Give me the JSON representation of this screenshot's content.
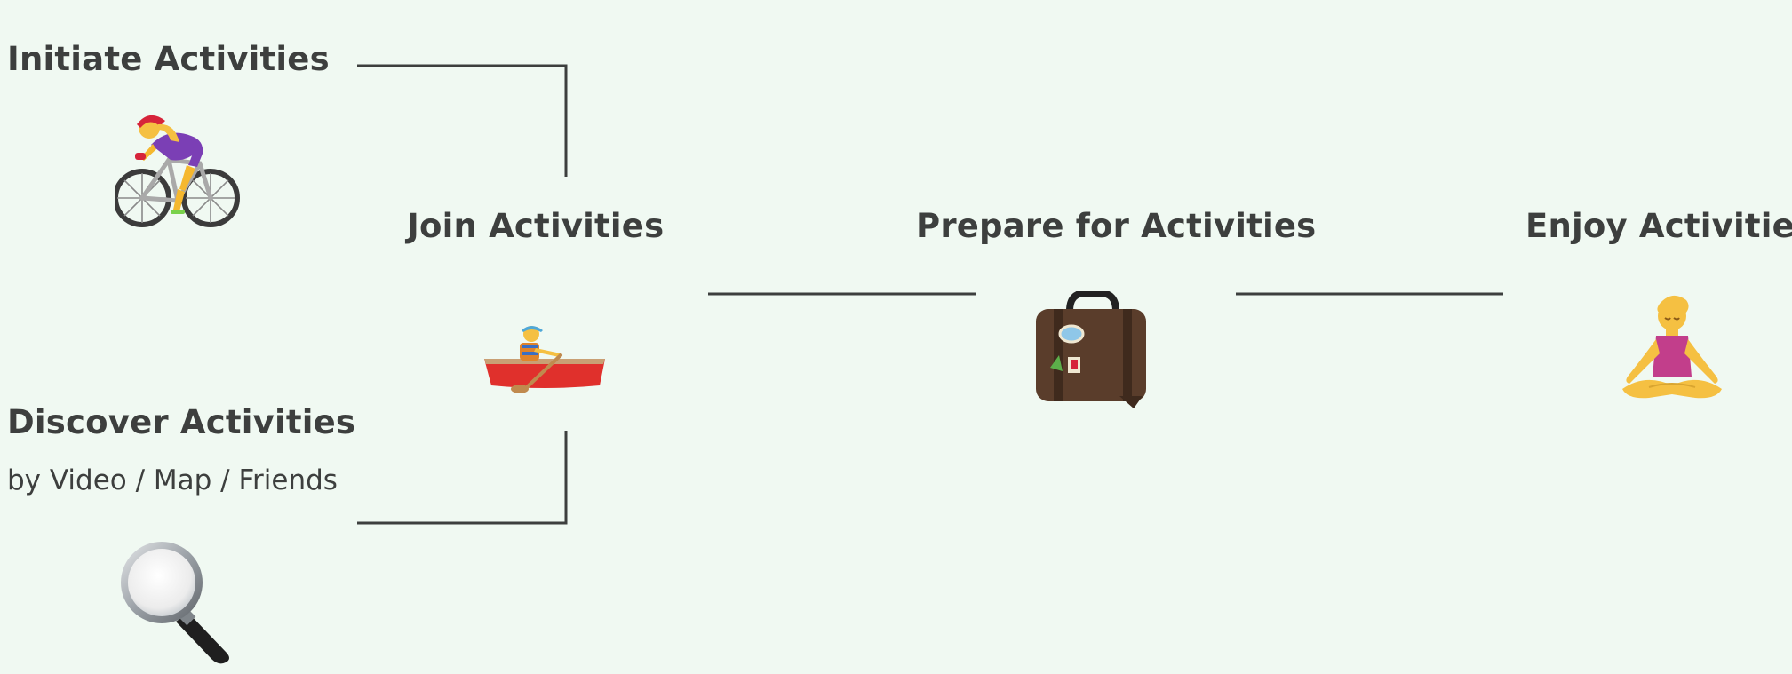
{
  "steps": {
    "initiate": {
      "title": "Initiate  Activities",
      "icon": "bicycle-rider-icon"
    },
    "discover": {
      "title": "Discover Activities",
      "subtitle": "by Video / Map / Friends",
      "icon": "magnifying-glass-icon"
    },
    "join": {
      "title": "Join  Activities",
      "icon": "rowboat-icon"
    },
    "prepare": {
      "title": "Prepare for Activities",
      "icon": "suitcase-icon"
    },
    "enjoy": {
      "title": "Enjoy Activities",
      "icon": "lotus-meditation-icon"
    }
  },
  "colors": {
    "background": "#f0f9f2",
    "text": "#3d3f3e",
    "line": "#3d3f3e"
  }
}
